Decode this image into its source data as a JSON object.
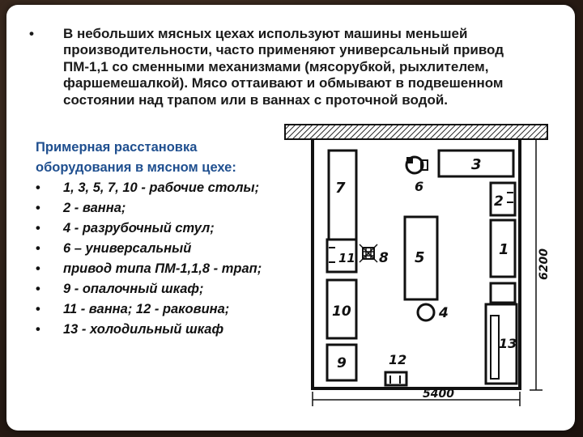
{
  "intro": {
    "bullet": "•",
    "text": "В небольших мясных цехах используют машины меньшей производительности, часто применяют универсальный привод ПМ-1,1 со сменными механизмами (мясорубкой, рыхлителем, фаршемешалкой). Мясо оттаивают и обмывают в подвешенном состоянии над трапом или в ваннах с проточной водой."
  },
  "heading": "Примерная расстановка оборудования в мясном цехе:",
  "legend": [
    {
      "bullet": "•",
      "text": "1, 3, 5, 7, 10 - рабочие столы;"
    },
    {
      "bullet": "•",
      "text": "2 - ванна;"
    },
    {
      "bullet": "•",
      "text": "4 - разрубочный стул;"
    },
    {
      "bullet": "•",
      "text": " 6 – универсальный"
    },
    {
      "bullet": "•",
      "text": " привод типа ПМ-1,1,8 - трап;"
    },
    {
      "bullet": "•",
      "text": "9 - опалочный шкаф;"
    },
    {
      "bullet": "•",
      "text": "11 - ванна; 12 - раковина;"
    },
    {
      "bullet": "•",
      "text": "13 - холодильный шкаф"
    }
  ],
  "plan": {
    "labels": {
      "n1": "1",
      "n2": "2",
      "n3": "3",
      "n4": "4",
      "n5": "5",
      "n6": "6",
      "n7": "7",
      "n8": "8",
      "n9": "9",
      "n10": "10",
      "n11": "11",
      "n12": "12",
      "n13": "13"
    },
    "dim_width": "5400",
    "dim_height": "6200"
  }
}
